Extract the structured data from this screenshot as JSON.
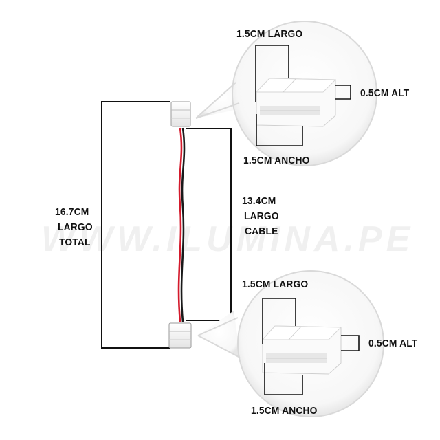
{
  "watermark": "WWW.ILUMINA.PE",
  "total_length": {
    "value": "16.7CM",
    "line1": "LARGO",
    "line2": "TOTAL"
  },
  "cable_length": {
    "value": "13.4CM",
    "line1": "LARGO",
    "line2": "CABLE"
  },
  "top_connector": {
    "length": "1.5CM LARGO",
    "height": "0.5CM ALT",
    "width": "1.5CM ANCHO"
  },
  "bottom_connector": {
    "length": "1.5CM LARGO",
    "height": "0.5CM ALT",
    "width": "1.5CM ANCHO"
  },
  "colors": {
    "wire_red": "#d41a2c",
    "wire_black": "#1a1a1a",
    "connector": "#f4f4f4",
    "lines": "#111111"
  }
}
